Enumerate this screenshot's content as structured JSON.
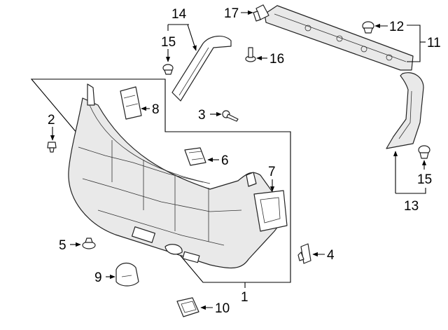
{
  "callouts": {
    "c1": "1",
    "c2": "2",
    "c3": "3",
    "c4": "4",
    "c5": "5",
    "c6": "6",
    "c7": "7",
    "c8": "8",
    "c9": "9",
    "c10": "10",
    "c11": "11",
    "c12": "12",
    "c13": "13",
    "c14": "14",
    "c15a": "15",
    "c15b": "15",
    "c16": "16",
    "c17": "17"
  },
  "icons": [
    "callout-arrow-icon"
  ],
  "colors": {
    "line": "#000000",
    "fill": "#ffffff",
    "shade": "#e9e9e9"
  }
}
